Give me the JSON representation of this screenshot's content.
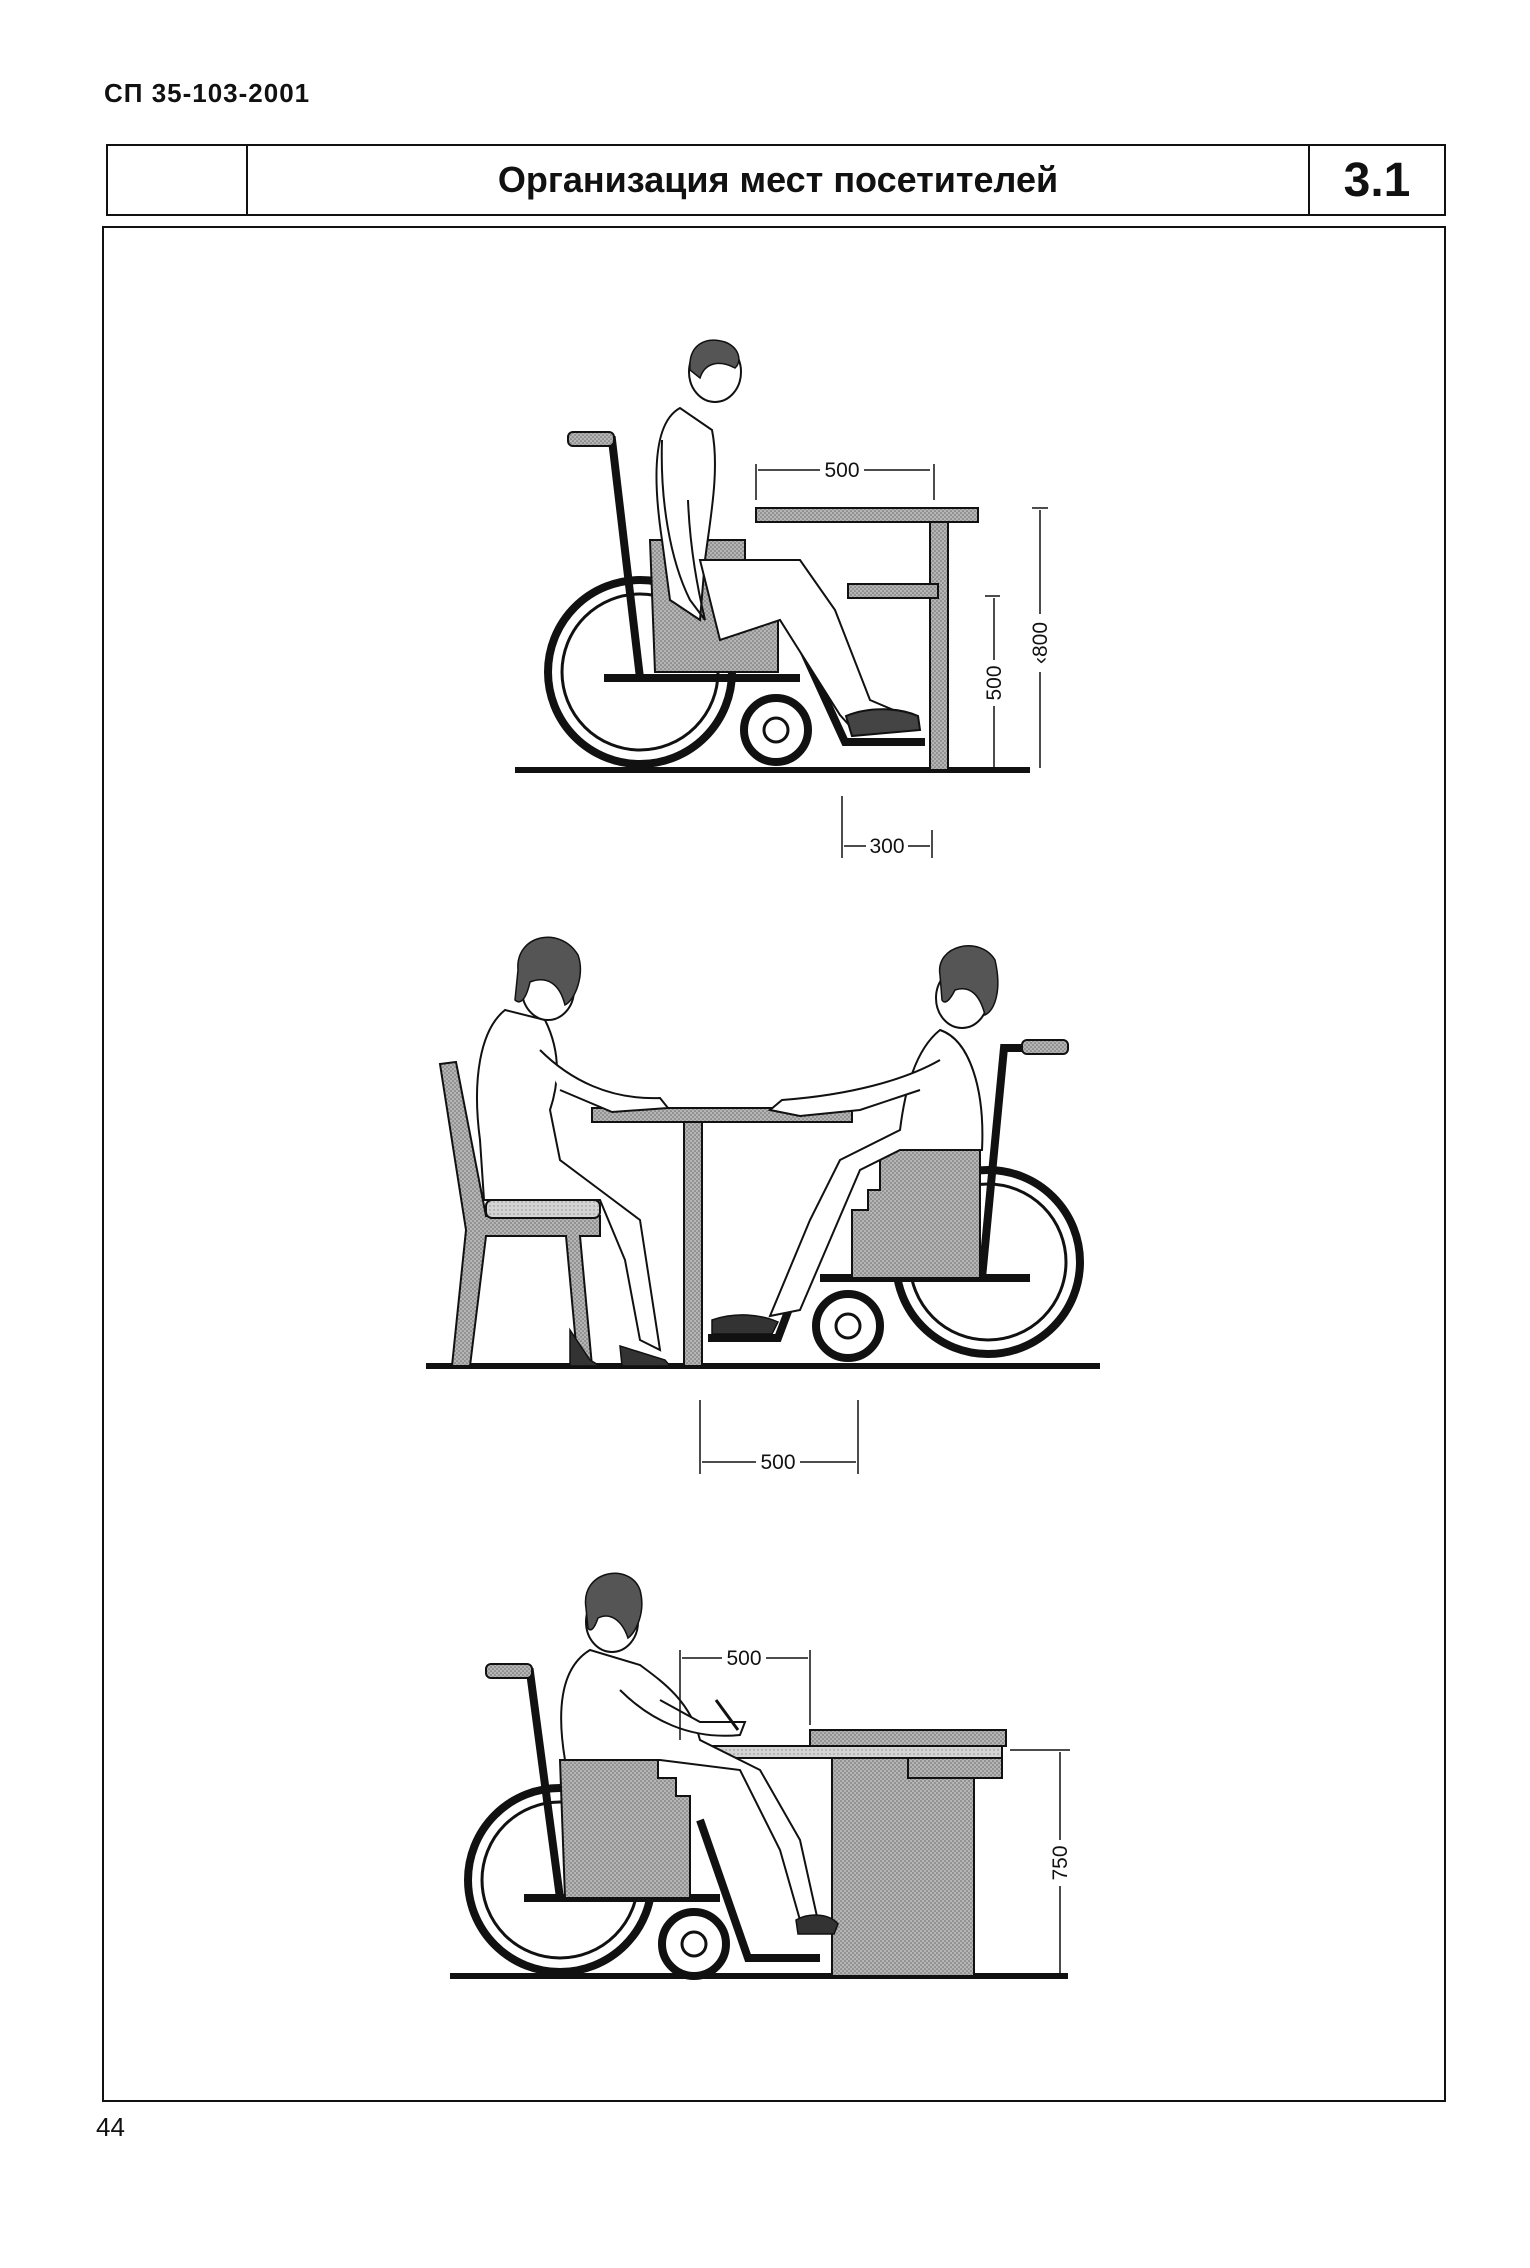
{
  "document": {
    "code": "СП 35-103-2001",
    "page_number": "44"
  },
  "header": {
    "title": "Организация мест посетителей",
    "section_number": "3.1"
  },
  "figures": [
    {
      "name": "wheelchair-user-at-table-man",
      "dimensions": [
        "500",
        "500",
        "‹800",
        "300"
      ]
    },
    {
      "name": "wheelchair-user-facing-seated-person",
      "dimensions": [
        "500"
      ]
    },
    {
      "name": "wheelchair-user-at-desk-writing",
      "dimensions": [
        "500",
        "750"
      ]
    }
  ],
  "colors": {
    "line": "#111111",
    "hatch_fill": "#9a9a9a",
    "light_fill": "#c8c8c8"
  }
}
